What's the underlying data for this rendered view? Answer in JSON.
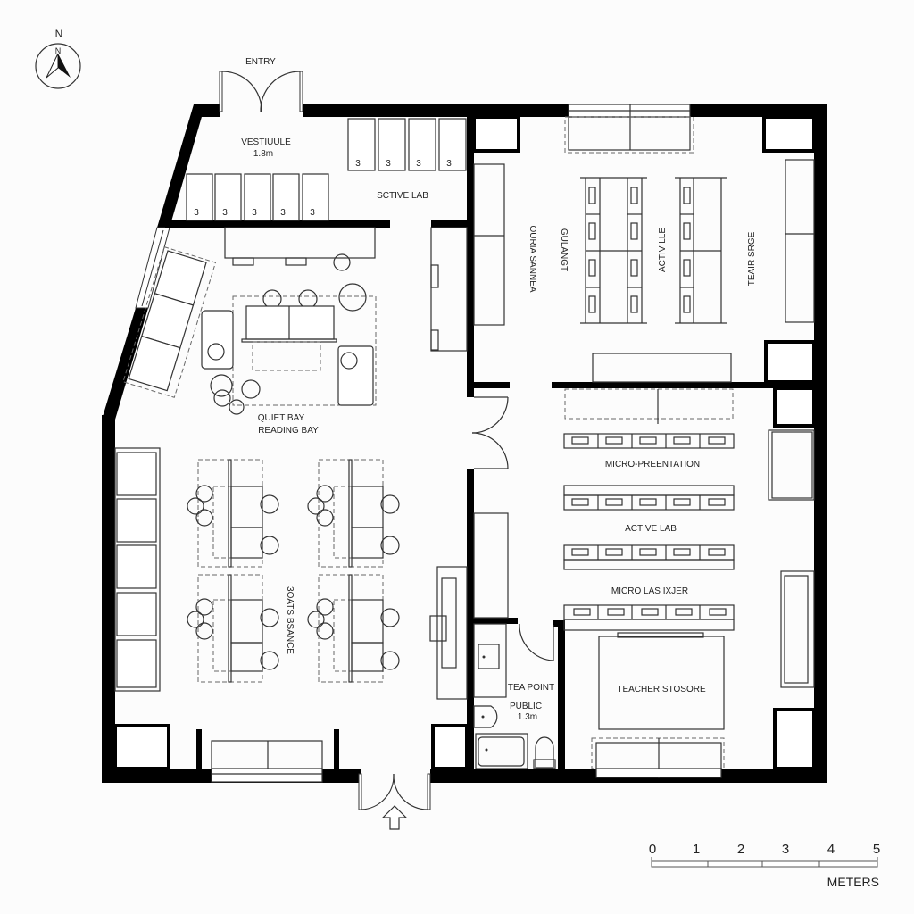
{
  "compass": {
    "label_outer": "N",
    "label_inner": "N"
  },
  "entries": {
    "top": "ENTRY"
  },
  "rooms": {
    "vestibule": {
      "name": "VESTIUULE",
      "dimension": "1.8m"
    },
    "active_lab_top": {
      "name": "SCTIVE LAB"
    },
    "quiet_bay": {
      "name": "QUIET BAY",
      "subname": "READING BAY"
    },
    "north_lab_left": {
      "name": "OURIA SANNEA"
    },
    "north_lab_mid": {
      "name": "GULANGT"
    },
    "north_lab_center": {
      "name": "ACTIV LLE"
    },
    "north_lab_right": {
      "name": "TEAIR SRGE"
    },
    "group_study": {
      "name": "3OATS BSANCE"
    },
    "micro_presentation": {
      "name": "MICRO-PREENTATION"
    },
    "active_lab": {
      "name": "ACTIVE LAB"
    },
    "micro_lab": {
      "name": "MICRO LAS IXJER"
    },
    "tea_point": {
      "name": "TEA POINT"
    },
    "public_wc": {
      "name": "PUBLIC",
      "dimension": "1.3m"
    },
    "teacher_store": {
      "name": "TEACHER STO&#x2026;ORE",
      "display": "TEACHER STOSORE"
    }
  },
  "lockers": {
    "row_left": [
      "3",
      "3",
      "3",
      "3",
      "3"
    ],
    "row_right": [
      "3",
      "3",
      "3",
      "3"
    ]
  },
  "scale_bar": {
    "ticks": [
      "0",
      "1",
      "2",
      "3",
      "4",
      "5"
    ],
    "unit": "METERS"
  }
}
